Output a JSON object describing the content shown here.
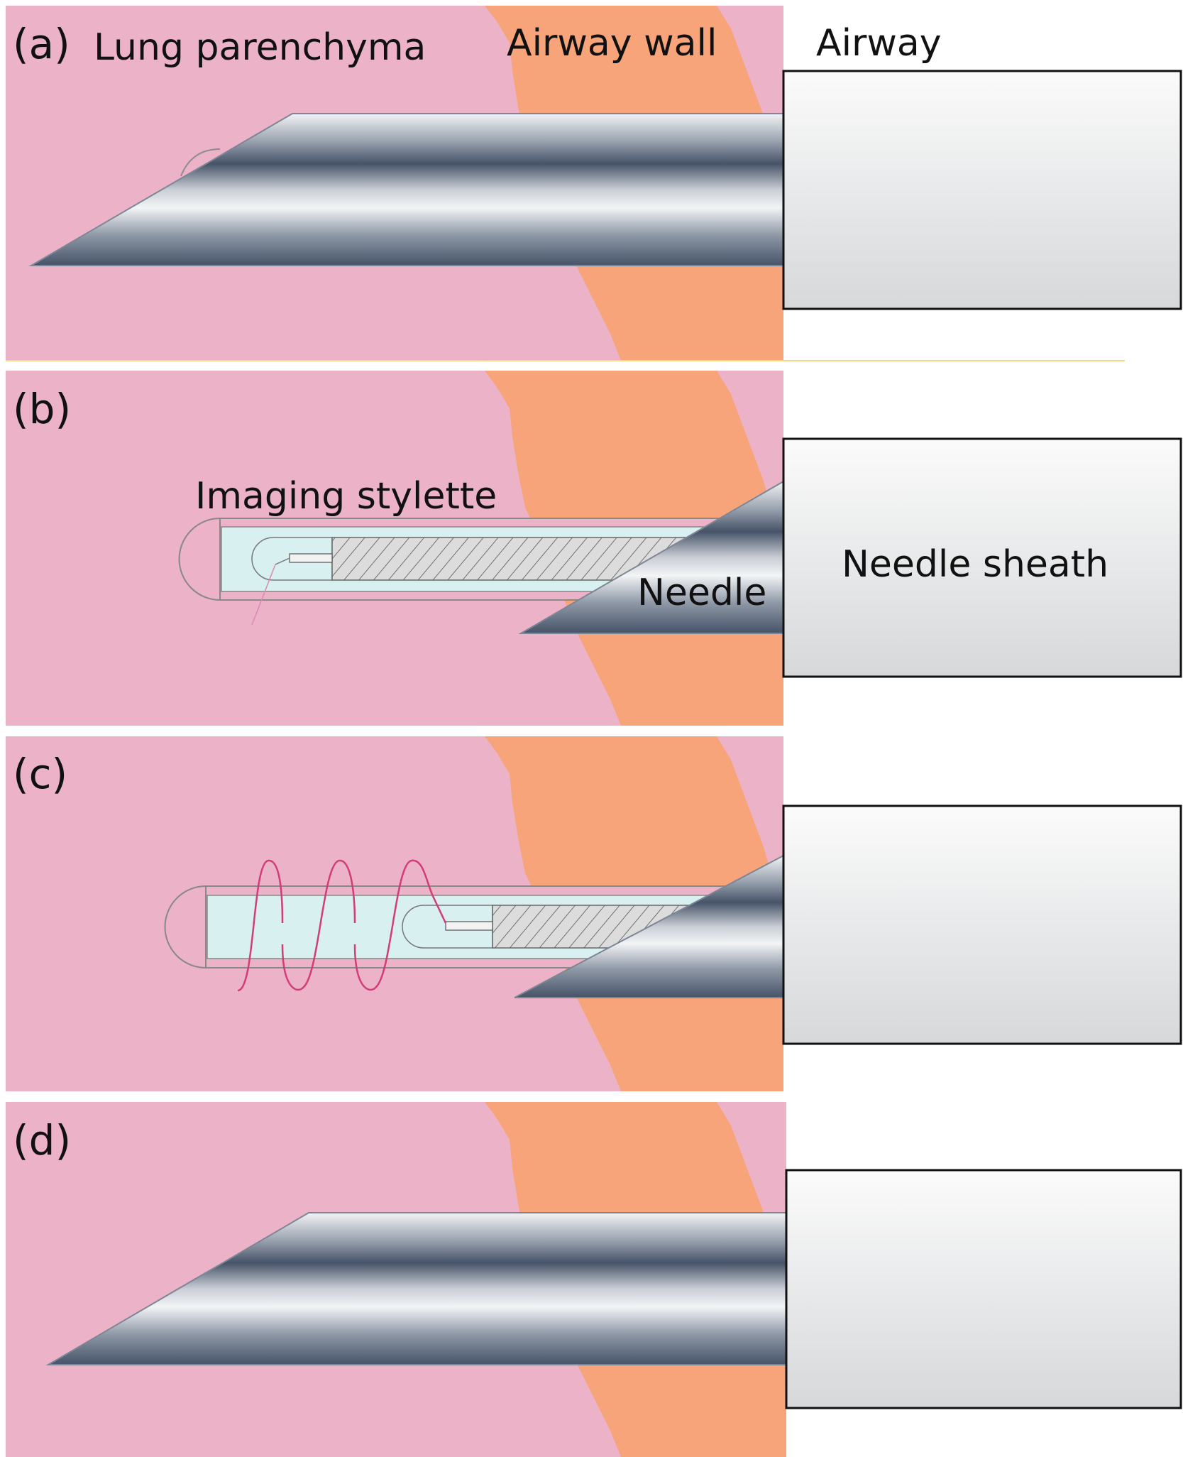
{
  "colors": {
    "parenchyma": "#ecb2c8",
    "airway_wall": "#f7a47a",
    "needle_dark": "#465368",
    "needle_light": "#f2f4f6",
    "sheath_fill": "#eeeeee",
    "stylette_fill": "#d8f0ef",
    "helix": "#d23c78"
  },
  "panels": [
    {
      "letter": "(a)"
    },
    {
      "letter": "(b)"
    },
    {
      "letter": "(c)"
    },
    {
      "letter": "(d)"
    }
  ],
  "labels": {
    "lung_parenchyma": "Lung parenchyma",
    "airway_wall": "Airway wall",
    "airway": "Airway",
    "imaging_stylette": "Imaging stylette",
    "needle": "Needle",
    "needle_sheath": "Needle sheath"
  }
}
